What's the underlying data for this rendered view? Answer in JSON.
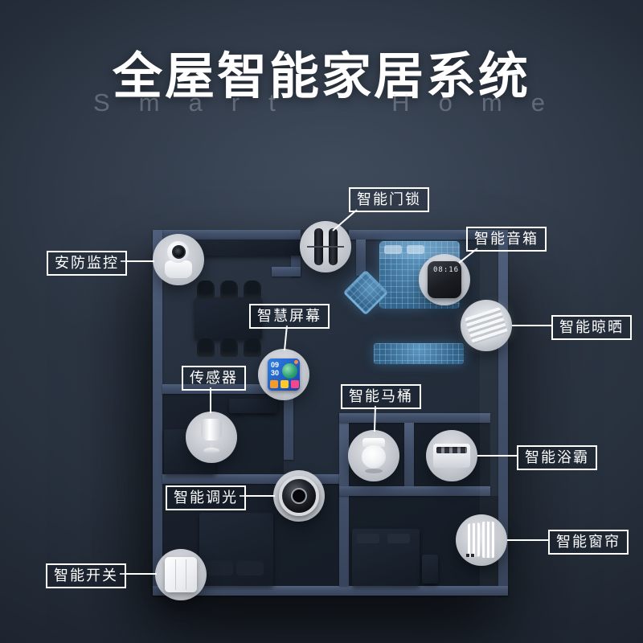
{
  "header": {
    "title": "全屋智能家居系统",
    "subtitle": "Smart Home"
  },
  "devices": [
    {
      "id": "door-lock",
      "label": "智能门锁"
    },
    {
      "id": "security-camera",
      "label": "安防监控"
    },
    {
      "id": "smart-speaker",
      "label": "智能音箱"
    },
    {
      "id": "clothes-drying",
      "label": "智能晾晒"
    },
    {
      "id": "smart-screen",
      "label": "智慧屏幕"
    },
    {
      "id": "sensor",
      "label": "传感器"
    },
    {
      "id": "smart-toilet",
      "label": "智能马桶"
    },
    {
      "id": "bath-heater",
      "label": "智能浴霸"
    },
    {
      "id": "smart-dimming",
      "label": "智能调光"
    },
    {
      "id": "smart-curtain",
      "label": "智能窗帘"
    },
    {
      "id": "smart-switch",
      "label": "智能开关"
    }
  ],
  "speaker_display": "08:16",
  "screen_widget": {
    "time_top": "09",
    "time_bottom": "30"
  },
  "colors": {
    "background": "#232b37",
    "wall": "#42506a",
    "furniture_blue": "#3c719a",
    "device_circle": "#ced1d6",
    "label_border": "#ffffff",
    "title_text": "#ffffff"
  }
}
